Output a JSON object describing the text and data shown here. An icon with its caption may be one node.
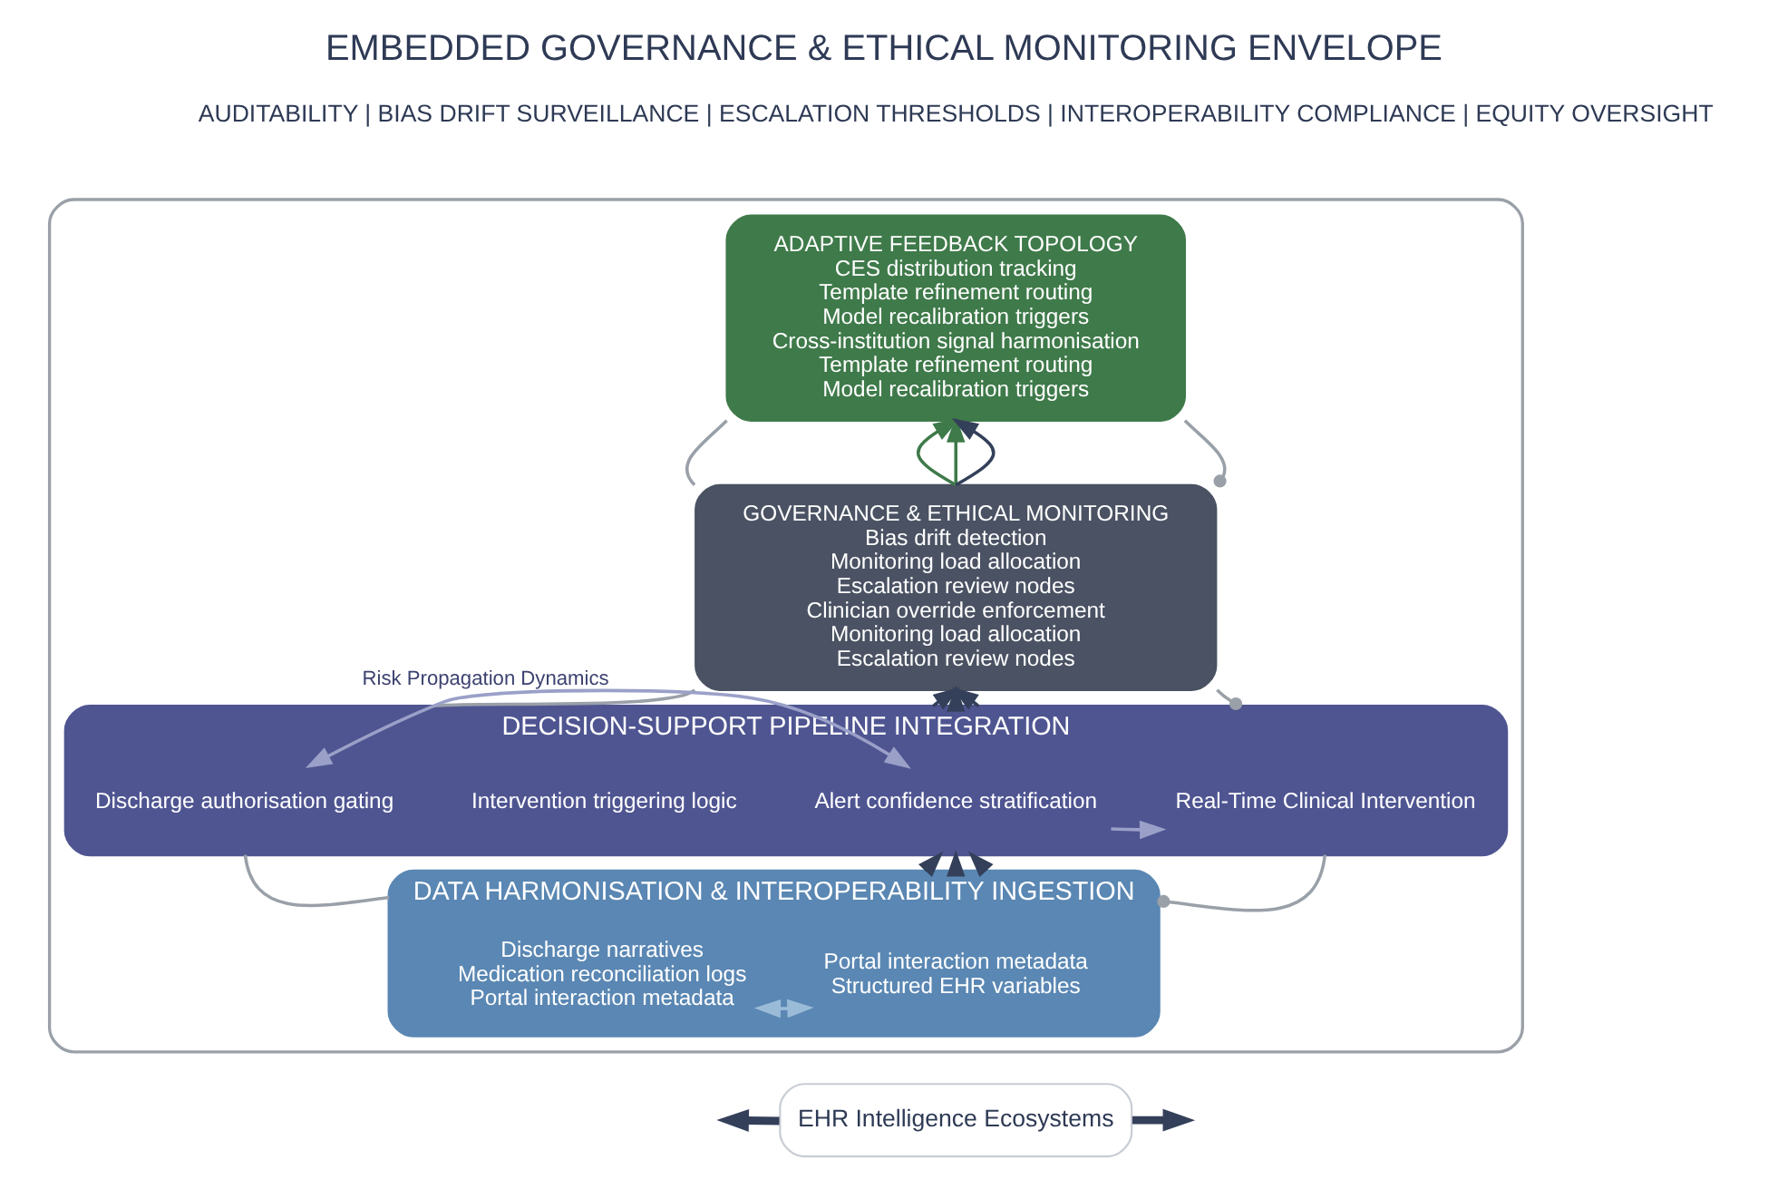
{
  "diagram": {
    "title": "EMBEDDED GOVERNANCE & ETHICAL MONITORING ENVELOPE",
    "nodes": [
      {
        "text": [],
        "shape": "box"
      },
      {
        "text": [
          "ADAPTIVE FEEDBACK TOPOLOGY",
          "CES distribution tracking",
          "Template refinement routing",
          "Model recalibration triggers",
          "Cross-institution signal harmonisation",
          "Template refinement routing",
          "Model recalibration triggers"
        ],
        "in": 0
      },
      {
        "text": [
          "GOVERNANCE & ETHICAL MONITORING",
          "Bias drift detection",
          "Monitoring load allocation",
          "Escalation review nodes",
          "Clinician override enforcement",
          "Monitoring load allocation",
          "Escalation review nodes"
        ],
        "in": 0
      },
      {
        "text": [
          "DECISION-SUPPORT PIPELINE INTEGRATION"
        ],
        "in": 0
      },
      {
        "text": [
          "Discharge authorisation gating"
        ],
        "in": 3
      },
      {
        "text": [
          "Intervention triggering logic"
        ],
        "in": 3
      },
      {
        "text": [
          "Alert confidence stratification"
        ],
        "in": 3
      },
      {
        "text": [
          "Real-Time Clinical Intervention"
        ],
        "in": 3
      },
      {
        "text": [
          "DATA HARMONISATION & INTEROPERABILITY INGESTION"
        ],
        "in": 0
      },
      {
        "text": [
          "Discharge narratives",
          "Medication reconciliation logs",
          "Portal interaction metadata"
        ],
        "in": 8
      },
      {
        "text": [
          "Portal interaction metadata",
          "Structured EHR variables"
        ],
        "in": 8
      },
      {
        "text": [
          "EHR Intelligence Ecosystems"
        ]
      }
    ],
    "edges": [
      {
        "from": 1,
        "to": 2,
        "arrow": "none",
        "color": "#9aa0a8"
      },
      {
        "from": 2,
        "to": 1,
        "arrow": "to",
        "color": "#3f7a4a"
      },
      {
        "from": 2,
        "to": 1,
        "arrow": "to",
        "color": "#3f7a4a"
      },
      {
        "from": 2,
        "to": 1,
        "arrow": "to"
      },
      {
        "from": 1,
        "to": 2,
        "arrow": "other",
        "color": "#9aa0a8"
      },
      {
        "from": 2,
        "to": 3,
        "arrow": "none",
        "color": "#9aa0a8"
      },
      {
        "from": 2,
        "to": 3,
        "arrow": "other",
        "color": "#9aa0a8"
      },
      {
        "from": 3,
        "to": 2,
        "arrow": "to"
      },
      {
        "from": 3,
        "to": 2,
        "arrow": "to"
      },
      {
        "from": 3,
        "to": 2,
        "arrow": "to"
      },
      {
        "from": 3,
        "to": 8,
        "arrow": "none",
        "color": "#9aa0a8"
      },
      {
        "from": 3,
        "to": 8,
        "arrow": "other",
        "color": "#9aa0a8"
      },
      {
        "from": 8,
        "to": 3,
        "arrow": "to"
      },
      {
        "from": 8,
        "to": 3,
        "arrow": "to"
      },
      {
        "from": 8,
        "to": 3,
        "arrow": "to"
      },
      {
        "from": 4,
        "to": 6,
        "arrow": "both",
        "label": "Risk Propagation Dynamics",
        "color": "#9aa0c8"
      },
      {
        "from": 6,
        "to": 7,
        "arrow": "to",
        "color": "#9aa0c8"
      },
      {
        "from": 9,
        "to": 10,
        "arrow": "both",
        "color": "#9abcd8"
      },
      {
        "from": 11,
        "to": null,
        "arrow": "to",
        "style": "thick"
      },
      {
        "from": 11,
        "to": null,
        "arrow": "to",
        "style": "thick"
      }
    ],
    "labels": [
      "AUDITABILITY | BIAS DRIFT SURVEILLANCE | ESCALATION THRESHOLDS | INTEROPERABILITY COMPLIANCE | EQUITY OVERSIGHT"
    ]
  }
}
